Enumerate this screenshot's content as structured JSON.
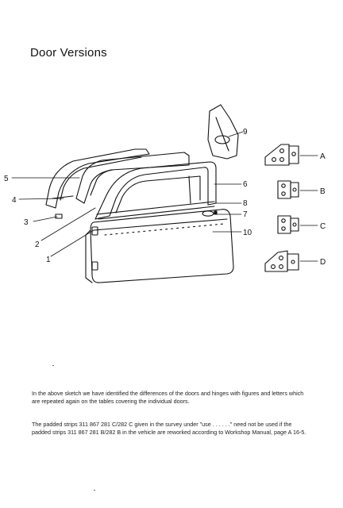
{
  "page": {
    "title": "Door Versions"
  },
  "figure": {
    "callouts": {
      "n1": "1",
      "n2": "2",
      "n3": "3",
      "n4": "4",
      "n5": "5",
      "n6": "6",
      "n7": "7",
      "n8": "8",
      "n9": "9",
      "n10": "10"
    },
    "hinges": {
      "a": "A",
      "b": "B",
      "c": "C",
      "d": "D"
    }
  },
  "text": {
    "paragraph1": "In the above sketch we have identified the differences of the doors and hinges with figures and letters which are repeated again on the tables covering the individual doors.",
    "paragraph2": "The padded strips 311 867 281 C/282 C given in the survey under \"use . . . . . .\" need not be used if the padded strips 311 867 281 B/282 B in the vehicle are reworked according to Workshop Manual, page A 16-5."
  }
}
